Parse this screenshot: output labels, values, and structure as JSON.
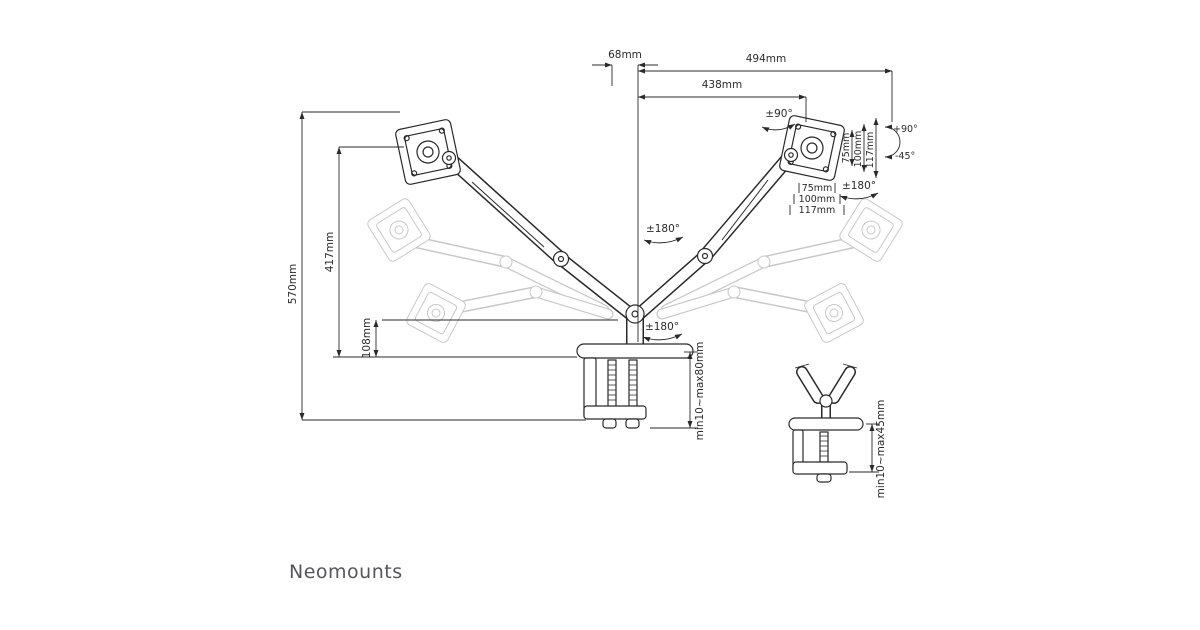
{
  "brand": {
    "name": "Neomounts"
  },
  "colors": {
    "line": "#2a2a2a",
    "ghost": "#c8c8c8",
    "background": "#ffffff",
    "brand_text": "#55565a"
  },
  "labels": {
    "offset_top": "68mm",
    "width_full": "494mm",
    "width_arm": "438mm",
    "height_total": "570mm",
    "height_arm": "417mm",
    "height_base": "108mm",
    "rotate_vesa": "±90°",
    "tilt_up": "+90°",
    "tilt_down": "-45°",
    "swivel_top": "±180°",
    "swivel_mid": "±180°",
    "swivel_base": "±180°",
    "vesa_vertical_75": "75mm",
    "vesa_vertical_100": "100mm",
    "vesa_vertical_117": "117mm",
    "vesa_horizontal_75": "75mm",
    "vesa_horizontal_100": "100mm",
    "vesa_horizontal_117": "117mm",
    "clamp_range_main": "min10~max80mm",
    "clamp_range_detail": "min10~max45mm"
  }
}
